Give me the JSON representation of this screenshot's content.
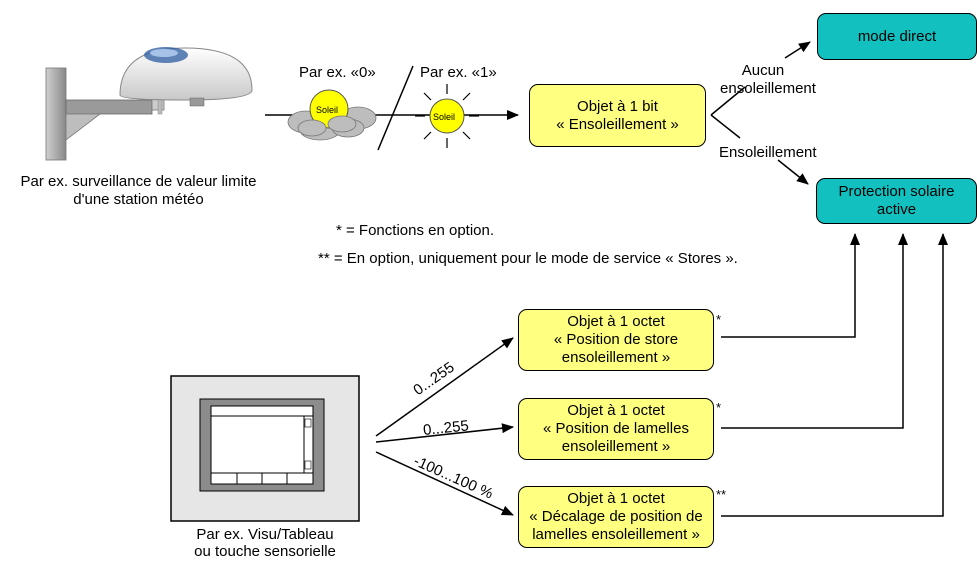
{
  "sensor": {
    "caption_line1": "Par ex. surveillance de valeur limite",
    "caption_line2": "d'une station météo"
  },
  "sun_examples": {
    "label_zero": "Par ex.  «0»",
    "label_one": "Par ex.  «1»",
    "sun_label": "Soleil"
  },
  "bit_object": {
    "line1": "Objet à 1 bit",
    "line2": "« Ensoleillement »"
  },
  "branches": {
    "none_line1": "Aucun",
    "none_line2": "ensoleillement",
    "sun": "Ensoleillement"
  },
  "mode_direct": {
    "label": "mode direct"
  },
  "sun_protection": {
    "line1": "Protection solaire",
    "line2": "active"
  },
  "notes": {
    "optional": "* = Fonctions en option.",
    "blind_mode": "** = En option, uniquement pour le mode de service « Stores »."
  },
  "octet_objects": [
    {
      "line1": "Objet à 1 octet",
      "line2": "« Position de store",
      "line3": "ensoleillement »",
      "marker": "*",
      "range": "0...255"
    },
    {
      "line1": "Objet à 1 octet",
      "line2": "« Position de lamelles",
      "line3": "ensoleillement »",
      "marker": "*",
      "range": "0...255"
    },
    {
      "line1": "Objet à 1 octet",
      "line2": "« Décalage de position de",
      "line3": "lamelles ensoleillement »",
      "marker": "**",
      "range": "-100...100 %"
    }
  ],
  "panel": {
    "caption_line1": "Par ex. Visu/Tableau",
    "caption_line2": "ou touche sensorielle"
  },
  "colors": {
    "object_fill": "#ffff80",
    "mode_fill": "#12c0c0",
    "sun_fill": "#ffff00"
  }
}
